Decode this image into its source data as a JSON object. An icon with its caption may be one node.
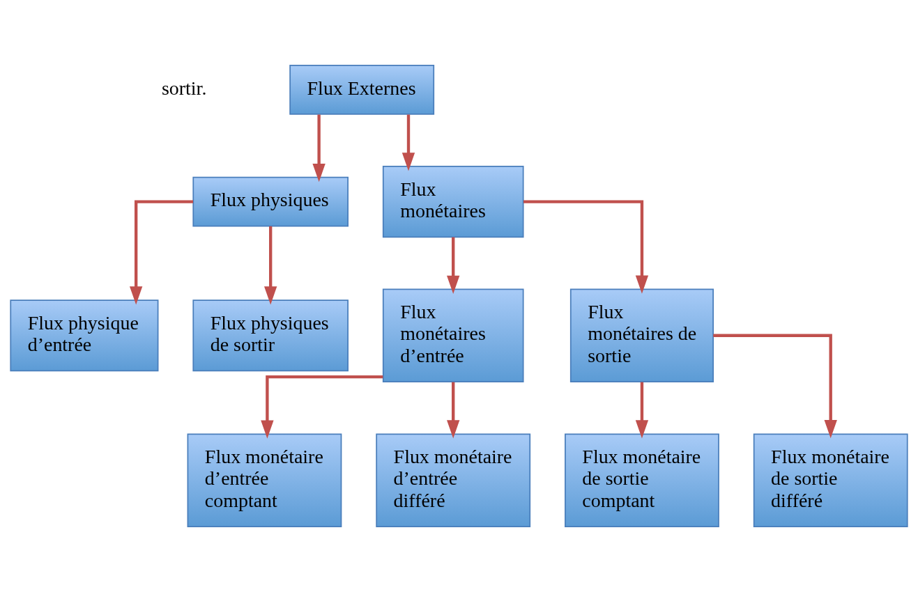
{
  "diagram": {
    "nodes": [
      {
        "text": [
          "Flux Externes"
        ]
      },
      {
        "text": [
          "Flux physiques"
        ]
      },
      {
        "text": [
          "Flux monétaires"
        ]
      },
      {
        "text": [
          "Flux physique d’entrée"
        ]
      },
      {
        "text": [
          "Flux physiques de sortir"
        ]
      },
      {
        "text": [
          "Flux monétaires d’entrée"
        ]
      },
      {
        "text": [
          "Flux monétaires de sortie"
        ]
      },
      {
        "text": [
          "Flux monétaire d’entrée comptant"
        ]
      },
      {
        "text": [
          "Flux monétaire d’entrée différé"
        ]
      },
      {
        "text": [
          "Flux monétaire de sortie comptant"
        ]
      },
      {
        "text": [
          "Flux monétaire de sortie différé"
        ]
      }
    ],
    "edges": [
      {
        "from": 0,
        "to": 1,
        "arrow": "to"
      },
      {
        "from": 0,
        "to": 2,
        "arrow": "to"
      },
      {
        "from": 1,
        "to": 3,
        "arrow": "to"
      },
      {
        "from": 1,
        "to": 4,
        "arrow": "to"
      },
      {
        "from": 2,
        "to": 5,
        "arrow": "to"
      },
      {
        "from": 2,
        "to": 6,
        "arrow": "to"
      },
      {
        "from": 5,
        "to": 7,
        "arrow": "to"
      },
      {
        "from": 5,
        "to": 8,
        "arrow": "to"
      },
      {
        "from": 6,
        "to": 9,
        "arrow": "to"
      },
      {
        "from": 6,
        "to": 10,
        "arrow": "to"
      }
    ],
    "labels": [
      "sortir."
    ]
  }
}
